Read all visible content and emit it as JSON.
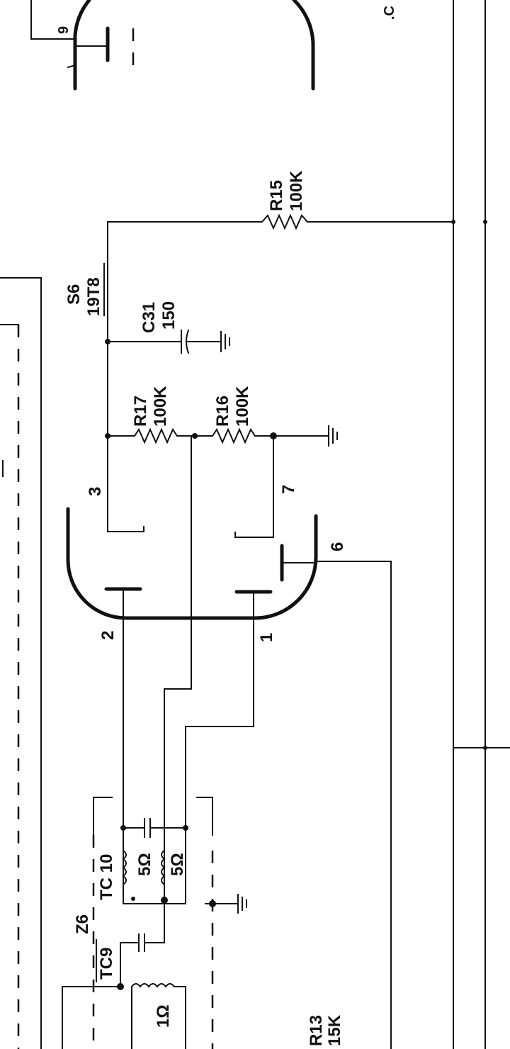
{
  "labels": {
    "pin_9": "9",
    "r15_name": "R15",
    "r15_value": "100K",
    "s6_name": "S6",
    "s6_type": "19T8",
    "c31_name": "C31",
    "c31_value": "150",
    "r17_name": "R17",
    "r17_value": "100K",
    "r16_name": "R16",
    "r16_value": "100K",
    "pin_3": "3",
    "pin_7": "7",
    "pin_6": "6",
    "pin_2": "2",
    "pin_1": "1",
    "tc10_name": "TC 10",
    "tc10_left_value": "5Ω",
    "tc10_right_value": "5Ω",
    "z6_name": "Z6",
    "tc9_name": "TC9",
    "tc9_value": "1Ω",
    "r13_name": "R13",
    "r13_value": "15K",
    "edge_fragment": ".C"
  }
}
